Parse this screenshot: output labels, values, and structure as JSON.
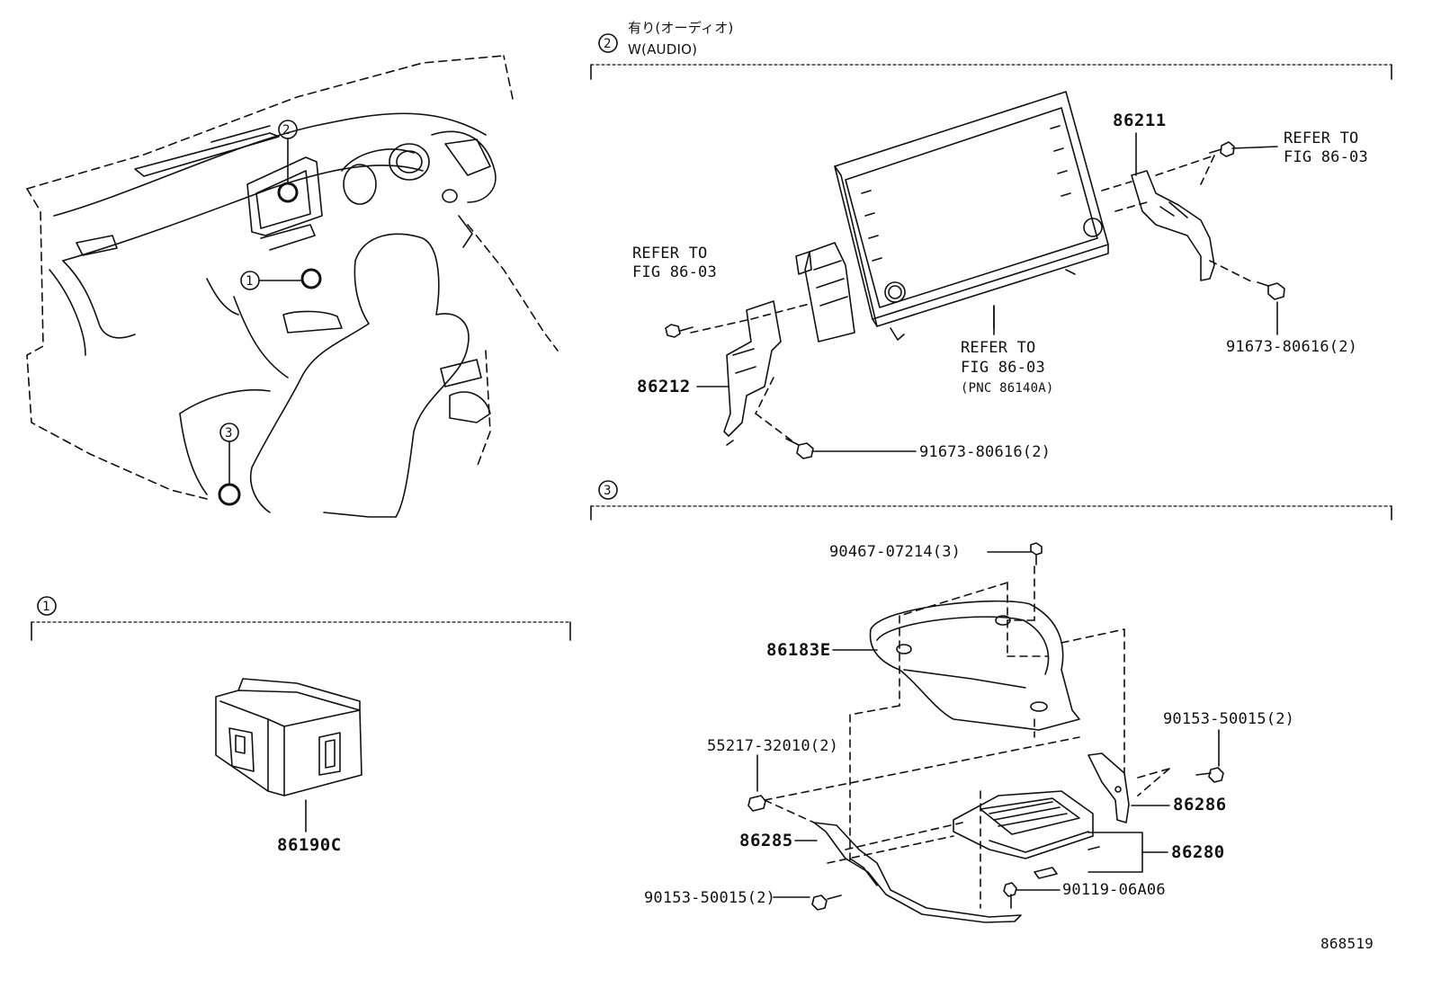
{
  "callouts": {
    "one": "1",
    "two": "2",
    "three": "3"
  },
  "section_two": {
    "header_jp": "有り(オーディオ)",
    "header_en": "W(AUDIO)"
  },
  "parts": {
    "p86211": "86211",
    "p86212": "86212",
    "p86183E": "86183E",
    "p86190C": "86190C",
    "p86285": "86285",
    "p86286": "86286",
    "p86280": "86280",
    "bolt_right": "91673-80616(2)",
    "bolt_left": "91673-80616(2)",
    "screw_top": "90467-07214(3)",
    "clip": "55217-32010(2)",
    "screw_r": "90153-50015(2)",
    "screw_l": "90153-50015(2)",
    "bolt_bottom": "90119-06A06"
  },
  "refs": {
    "left_a": "REFER TO",
    "left_b": "FIG 86-03",
    "right_a": "REFER TO",
    "right_b": "FIG 86-03",
    "mid_a": "REFER TO",
    "mid_b": "FIG 86-03",
    "mid_c": "(PNC 86140A)"
  },
  "figure_number": "868519"
}
